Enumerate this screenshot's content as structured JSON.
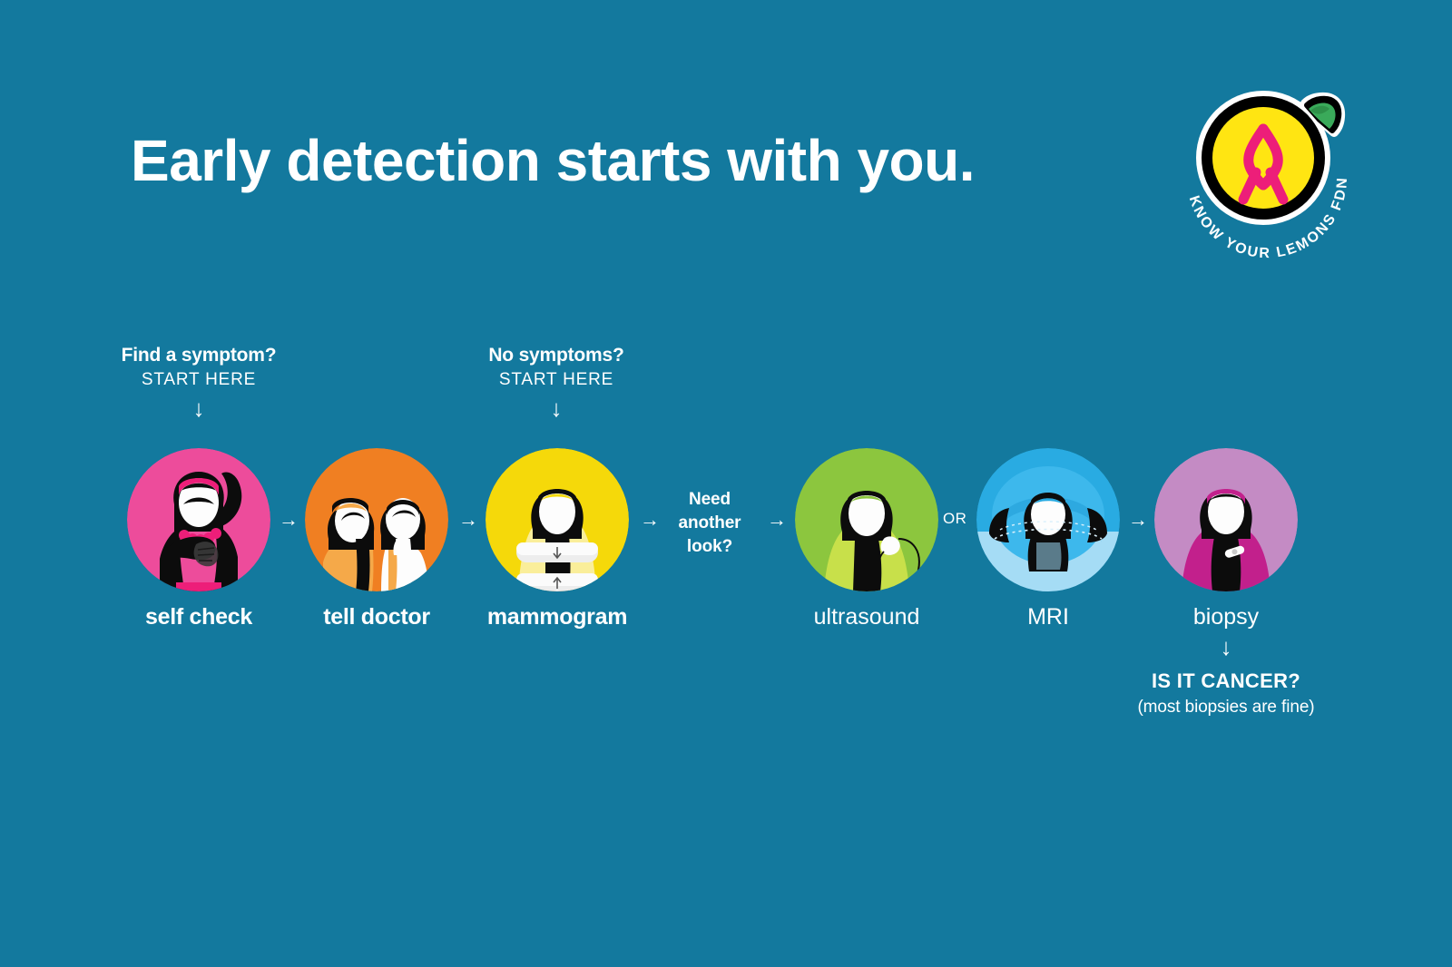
{
  "page": {
    "background_color": "#13799E",
    "title": "Early detection starts with you."
  },
  "logo": {
    "name": "know-your-lemons-logo",
    "curved_text": "KNOW YOUR LEMONS FDN.",
    "lemon_color": "#FFE512",
    "leaf_color": "#3AAA5A",
    "ribbon_color": "#ED1E79",
    "outline_color": "#000000"
  },
  "entries": [
    {
      "id": "find-symptom",
      "question": "Find a symptom?",
      "start_label": "START HERE",
      "arrow": "↓"
    },
    {
      "id": "no-symptoms",
      "question": "No symptoms?",
      "start_label": "START HERE",
      "arrow": "↓"
    }
  ],
  "steps": [
    {
      "id": "self-check",
      "label": "self check",
      "weight": "bold",
      "circle_color": "#ED4C9B"
    },
    {
      "id": "tell-doctor",
      "label": "tell doctor",
      "weight": "bold",
      "circle_color": "#F07F22"
    },
    {
      "id": "mammogram",
      "label": "mammogram",
      "weight": "bold",
      "circle_color": "#F5D90A"
    },
    {
      "id": "ultrasound",
      "label": "ultrasound",
      "weight": "light",
      "circle_color": "#8CC63E"
    },
    {
      "id": "mri",
      "label": "MRI",
      "weight": "light",
      "circle_color": "#29ABE2"
    },
    {
      "id": "biopsy",
      "label": "biopsy",
      "weight": "light",
      "circle_color": "#C48BC4"
    }
  ],
  "connectors": {
    "arrow": "→",
    "need_another_look": "Need another look?",
    "need_another_look_lines": [
      "Need",
      "another",
      "look?"
    ],
    "or": "OR"
  },
  "outcome": {
    "arrow": "↓",
    "question": "IS IT CANCER?",
    "note": "(most biopsies are fine)"
  }
}
